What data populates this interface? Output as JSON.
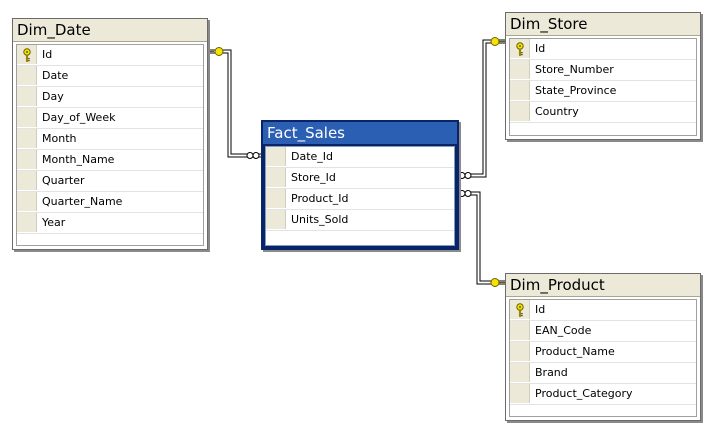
{
  "tables": {
    "dim_date": {
      "name": "Dim_Date",
      "columns": [
        "Id",
        "Date",
        "Day",
        "Day_of_Week",
        "Month",
        "Month_Name",
        "Quarter",
        "Quarter_Name",
        "Year"
      ]
    },
    "fact_sales": {
      "name": "Fact_Sales",
      "columns": [
        "Date_Id",
        "Store_Id",
        "Product_Id",
        "Units_Sold"
      ]
    },
    "dim_store": {
      "name": "Dim_Store",
      "columns": [
        "Id",
        "Store_Number",
        "State_Province",
        "Country"
      ]
    },
    "dim_product": {
      "name": "Dim_Product",
      "columns": [
        "Id",
        "EAN_Code",
        "Product_Name",
        "Brand",
        "Product_Category"
      ]
    }
  },
  "primary_key_icon": "key-icon",
  "relationship_icons": {
    "one_end": "key-icon",
    "many_end": "infinity-icon"
  },
  "colors": {
    "title_bar": "#ece9d8",
    "selected_title_bar": "#2b5fb3",
    "selected_border": "#0a246a",
    "connector": "#000000",
    "key": "#f5e400"
  }
}
